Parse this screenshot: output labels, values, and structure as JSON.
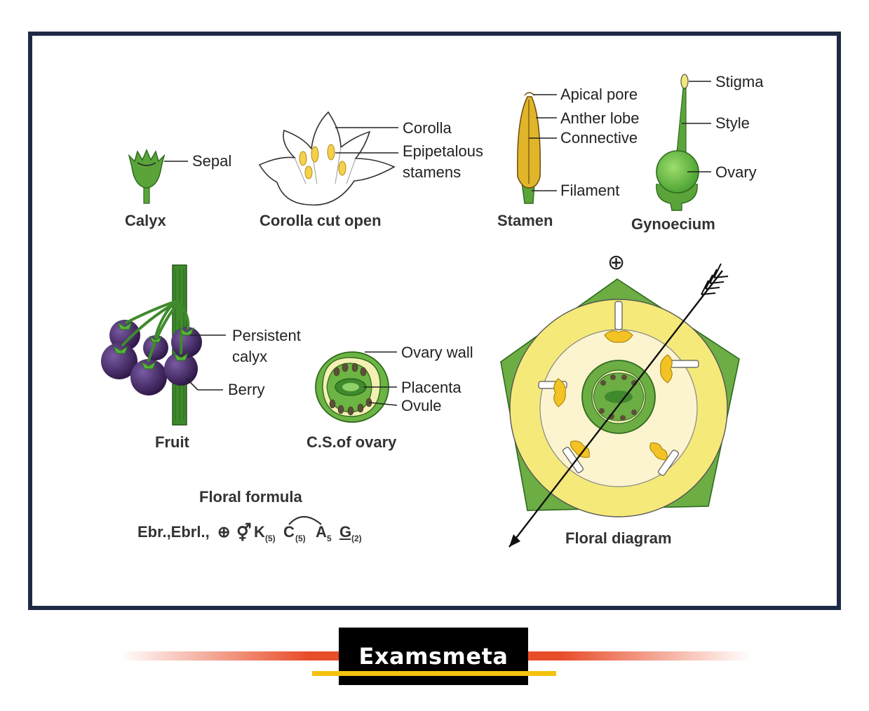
{
  "calyx": {
    "label_sepal": "Sepal",
    "caption": "Calyx"
  },
  "corolla": {
    "label_corolla": "Corolla",
    "label_epi1": "Epipetalous",
    "label_epi2": "stamens",
    "caption": "Corolla cut open"
  },
  "stamen": {
    "label_apical": "Apical pore",
    "label_anther": "Anther lobe",
    "label_connective": "Connective",
    "label_filament": "Filament",
    "caption": "Stamen"
  },
  "gynoecium": {
    "label_stigma": "Stigma",
    "label_style": "Style",
    "label_ovary": "Ovary",
    "caption": "Gynoecium"
  },
  "fruit": {
    "label_persistent1": "Persistent",
    "label_persistent2": "calyx",
    "label_berry": "Berry",
    "caption": "Fruit"
  },
  "cs_ovary": {
    "label_wall": "Ovary wall",
    "label_placenta": "Placenta",
    "label_ovule": "Ovule",
    "caption": "C.S.of ovary"
  },
  "floral_formula": {
    "title": "Floral formula",
    "prefix": "Ebr.,Ebrl.,",
    "symbol_actinomorphic": "⊕",
    "symbol_bisexual": "⚥",
    "k": "K",
    "k_sub": "(5)",
    "c": "C",
    "c_sub": "(5)",
    "a": "A",
    "a_sub": "5",
    "g": "G",
    "g_sub": "(2)"
  },
  "floral_diagram": {
    "symbol": "⊕",
    "caption": "Floral diagram"
  },
  "footer": {
    "brand": "Examsmeta"
  },
  "colors": {
    "frame": "#1e2a44",
    "green": "#5ba43a",
    "dark_green": "#3f7d27",
    "yellow": "#f5e97a",
    "anther": "#e0b52a",
    "berry": "#4b2a6e",
    "accent_red": "#e84d2a",
    "accent_yellow": "#f5c20f"
  }
}
